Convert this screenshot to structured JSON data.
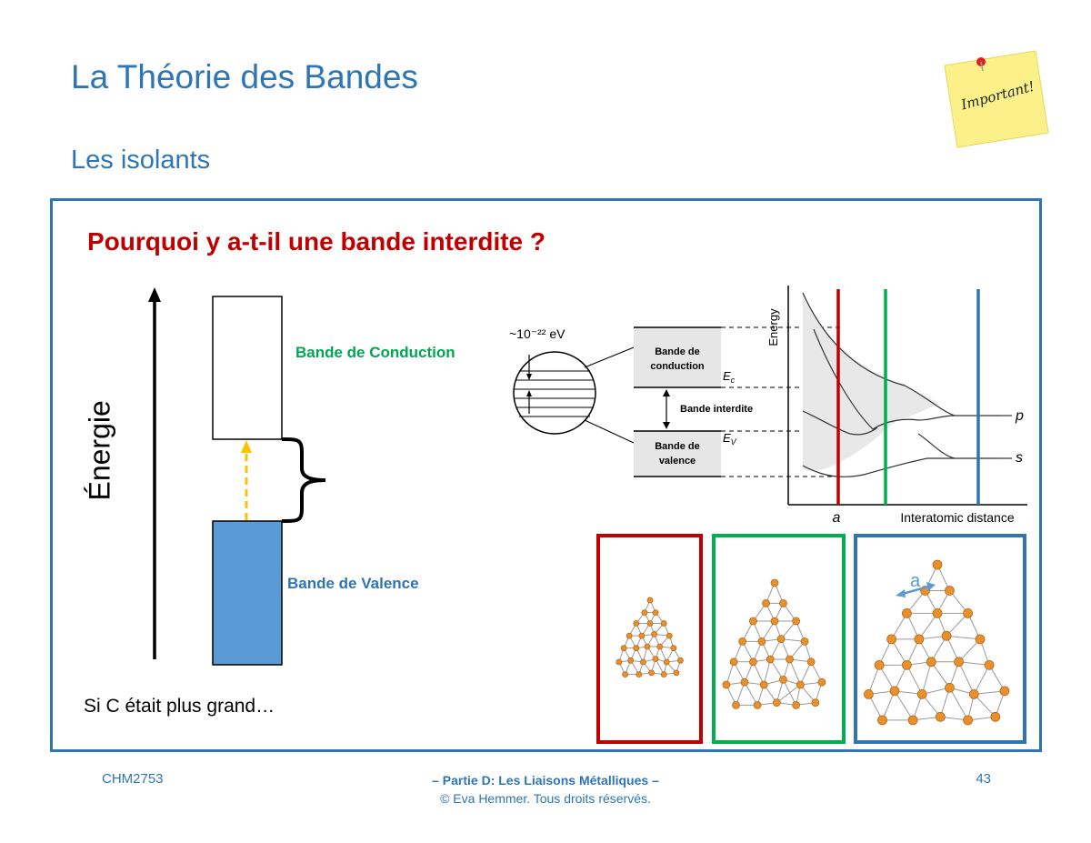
{
  "slide": {
    "title": "La Théorie des Bandes",
    "subtitle": "Les isolants",
    "note": "Important!",
    "question": "Pourquoi y a-t-il une bande interdite ?",
    "energy_axis_label": "Énergie",
    "conduction_band_label": "Bande de Conduction",
    "valence_band_label": "Bande de Valence",
    "bottom_text": "Si C était plus grand…"
  },
  "band_diagram": {
    "spacing_label": "~10⁻²² eV",
    "conduction_box": [
      "Bande de",
      "conduction"
    ],
    "gap_label": "Bande interdite",
    "valence_box": [
      "Bande de",
      "valence"
    ],
    "ec_label": "E",
    "ec_sub": "c",
    "ev_label": "E",
    "ev_sub": "V",
    "y_axis_label": "Energy",
    "x_axis_label": "Interatomic distance",
    "a_label": "a",
    "p_label": "p",
    "s_label": "s"
  },
  "lattice_panels": [
    {
      "color": "#c00000"
    },
    {
      "color": "#00b050"
    },
    {
      "color": "#2e75b6",
      "label": "a"
    }
  ],
  "footer": {
    "course": "CHM2753",
    "line1": "– Partie D: Les Liaisons Métalliques –",
    "line2": "© Eva Hemmer. Tous droits réservés.",
    "page": "43"
  },
  "colors": {
    "title_blue": "#2e75b6",
    "question_red": "#c00000",
    "conduction_green": "#00a651",
    "valence_fill": "#5b9bd5",
    "arrow_yellow": "#ffc000",
    "atom_orange": "#e8912a"
  }
}
